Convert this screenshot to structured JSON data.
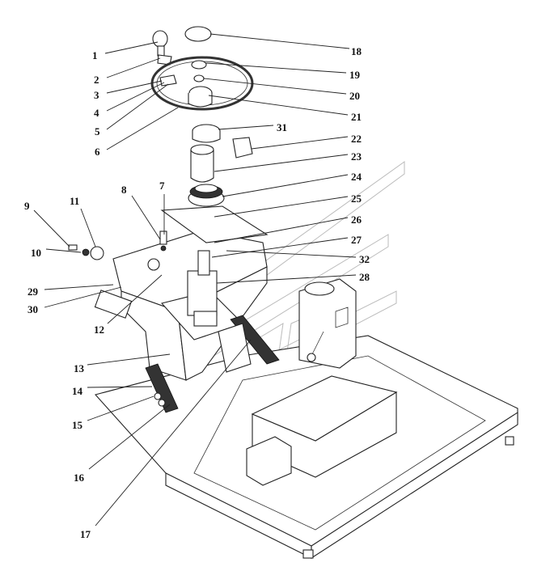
{
  "diagram": {
    "type": "exploded-parts-diagram",
    "callouts": [
      "1",
      "2",
      "3",
      "4",
      "5",
      "6",
      "7",
      "8",
      "9",
      "10",
      "11",
      "12",
      "13",
      "14",
      "15",
      "16",
      "17",
      "18",
      "19",
      "20",
      "21",
      "22",
      "23",
      "24",
      "25",
      "26",
      "27",
      "28",
      "29",
      "30",
      "31",
      "32"
    ]
  }
}
